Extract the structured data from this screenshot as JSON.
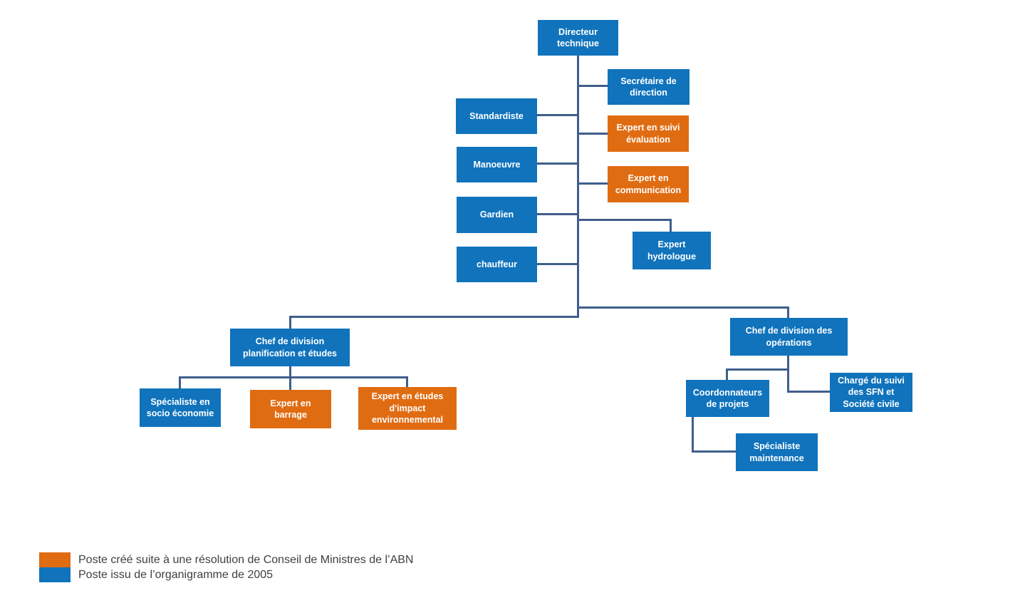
{
  "colors": {
    "node_blue": "#1073BC",
    "node_orange": "#E06C12",
    "connector": "#3F5E8C",
    "legend_text": "#404040"
  },
  "nodes": {
    "directeur": {
      "label": "Directeur technique",
      "type": "blue"
    },
    "secretaire": {
      "label": "Secrétaire de direction",
      "type": "blue"
    },
    "standardiste": {
      "label": "Standardiste",
      "type": "blue"
    },
    "expert_suivi": {
      "label": "Expert en suivi évaluation",
      "type": "orange"
    },
    "manoeuvre": {
      "label": "Manoeuvre",
      "type": "blue"
    },
    "expert_comm": {
      "label": "Expert en communication",
      "type": "orange"
    },
    "gardien": {
      "label": "Gardien",
      "type": "blue"
    },
    "expert_hydro": {
      "label": "Expert hydrologue",
      "type": "blue"
    },
    "chauffeur": {
      "label": "chauffeur",
      "type": "blue"
    },
    "chef_planif": {
      "label": "Chef de division planification et études",
      "type": "blue"
    },
    "spec_socio": {
      "label": "Spécialiste en socio économie",
      "type": "blue"
    },
    "expert_barrage": {
      "label": "Expert en barrage",
      "type": "orange"
    },
    "expert_etudes": {
      "label": "Expert en études d'impact environnemental",
      "type": "orange"
    },
    "chef_ops": {
      "label": "Chef de division des opérations",
      "type": "blue"
    },
    "coordonnateurs": {
      "label": "Coordonnateurs de projets",
      "type": "blue"
    },
    "charge_sfn": {
      "label": "Chargé du suivi des SFN et Société civile",
      "type": "blue"
    },
    "spec_maint": {
      "label": "Spécialiste maintenance",
      "type": "blue"
    }
  },
  "legend": {
    "orange_label": "Poste créé suite à une résolution de Conseil de Ministres de l’ABN",
    "blue_label": "Poste issu de l’organigramme de 2005"
  }
}
